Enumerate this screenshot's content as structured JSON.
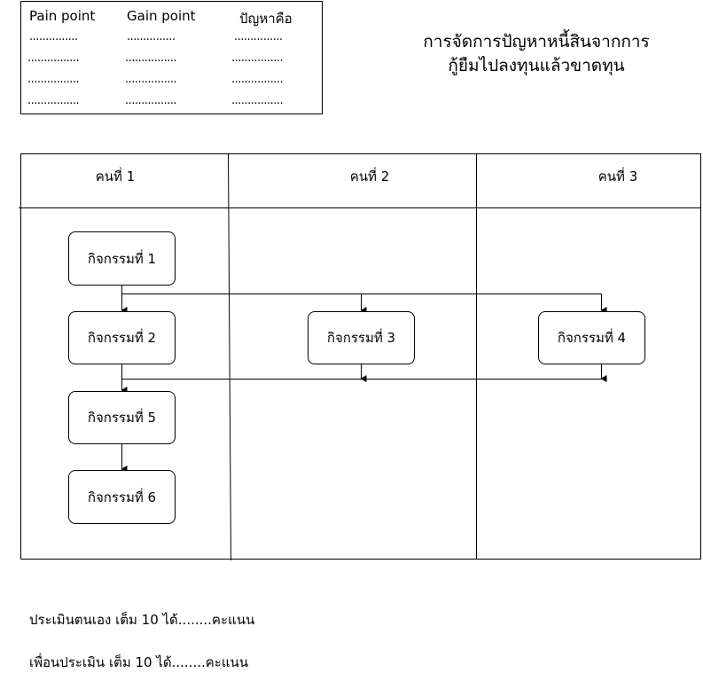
{
  "table": {
    "headers": [
      "Pain point",
      "Gain point",
      "ปัญหาคือ"
    ],
    "rows": [
      [
        "...............",
        "...............",
        "..............."
      ],
      [
        "................",
        "................",
        "................"
      ],
      [
        "................",
        "................",
        "................"
      ],
      [
        "................",
        "................",
        "................"
      ]
    ]
  },
  "title": {
    "line1": "การจัดการปัญหาหนี้สินจากการ",
    "line2": "กู้ยืมไปลงทุนแล้วขาดทุน"
  },
  "lanes": [
    "คนที่ 1",
    "คนที่ 2",
    "คนที่ 3"
  ],
  "activities": {
    "a1": "กิจกรรมที่ 1",
    "a2": "กิจกรรมที่ 2",
    "a3": "กิจกรรมที่ 3",
    "a4": "กิจกรรมที่ 4",
    "a5": "กิจกรรมที่ 5",
    "a6": "กิจกรรมที่ 6"
  },
  "footer": {
    "self_eval": "ประเมินตนเอง เต็ม 10 ได้........คะแนน",
    "peer_eval": "เพื่อนประเมิน เต็ม 10 ได้........คะแนน"
  }
}
